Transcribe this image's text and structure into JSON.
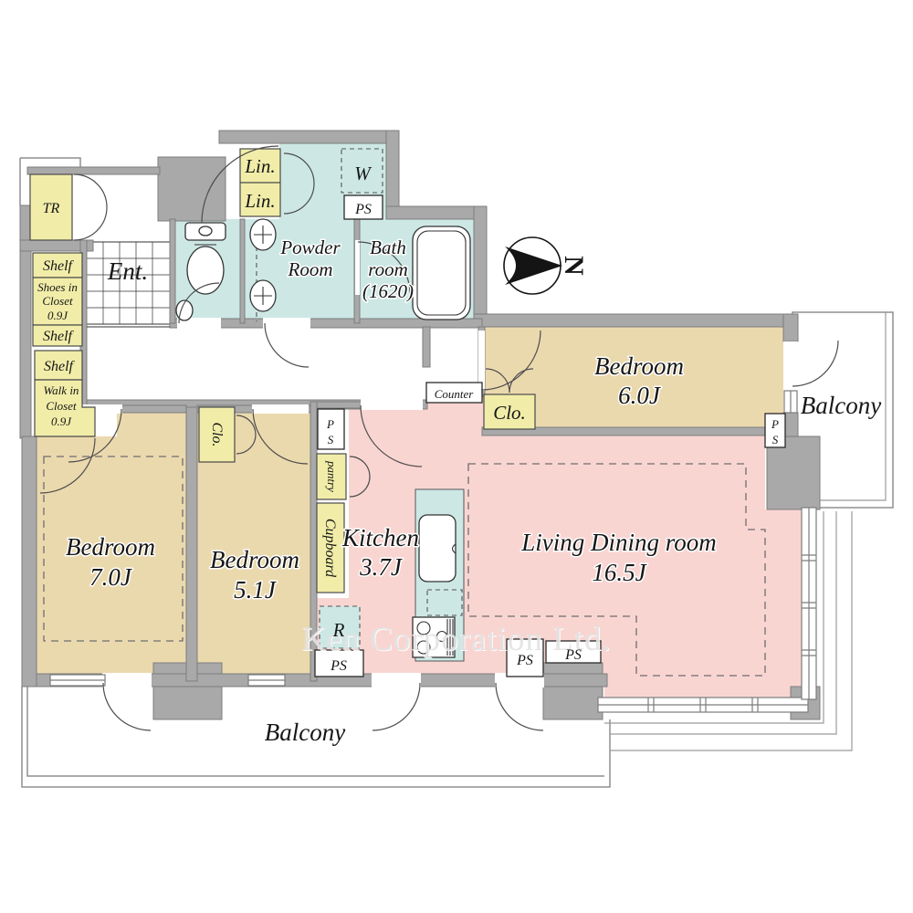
{
  "watermark": "Ken Corporation Ltd.",
  "compass": {
    "north": "N"
  },
  "colors": {
    "wall": "#a9a9a9",
    "wall_outline": "#7d7d7d",
    "wet_room": "#cde8e4",
    "bedroom": "#ebd9ae",
    "living": "#f9d5d2",
    "closet": "#f1eda9"
  },
  "rooms": {
    "living": {
      "name": "Living Dining room",
      "size": "16.5J"
    },
    "kitchen": {
      "name": "Kitchen",
      "size": "3.7J"
    },
    "bed7": {
      "name": "Bedroom",
      "size": "7.0J"
    },
    "bed5": {
      "name": "Bedroom",
      "size": "5.1J"
    },
    "bed6": {
      "name": "Bedroom",
      "size": "6.0J"
    },
    "powder1": "Powder",
    "powder2": "Room",
    "bath1": "Bath",
    "bath2": "room",
    "bath3": "(1620)",
    "ent": "Ent.",
    "balcony_bottom": "Balcony",
    "balcony_right": "Balcony"
  },
  "storage": {
    "tr": "TR",
    "shelf_a": "Shelf",
    "shoes1": "Shoes in",
    "shoes2": "Closet",
    "shoes3": "0.9J",
    "shelf_b": "Shelf",
    "shelf_c": "Shelf",
    "walkin1": "Walk in",
    "walkin2": "Closet",
    "walkin3": "0.9J",
    "lin_upper": "Lin.",
    "lin_lower": "Lin.",
    "clo_bed5": "Clo.",
    "clo_bed6": "Clo.",
    "pantry": "pantry",
    "cupboard": "Cupboard",
    "counter": "Counter"
  },
  "equipment": {
    "washer": "W",
    "fridge": "R",
    "ps_top": "PS",
    "ps_mid_p": "P",
    "ps_mid_s": "S",
    "ps_right_p": "P",
    "ps_right_s": "S",
    "ps_fridge": "PS",
    "ps_bottom_a": "PS",
    "ps_bottom_b": "PS"
  }
}
